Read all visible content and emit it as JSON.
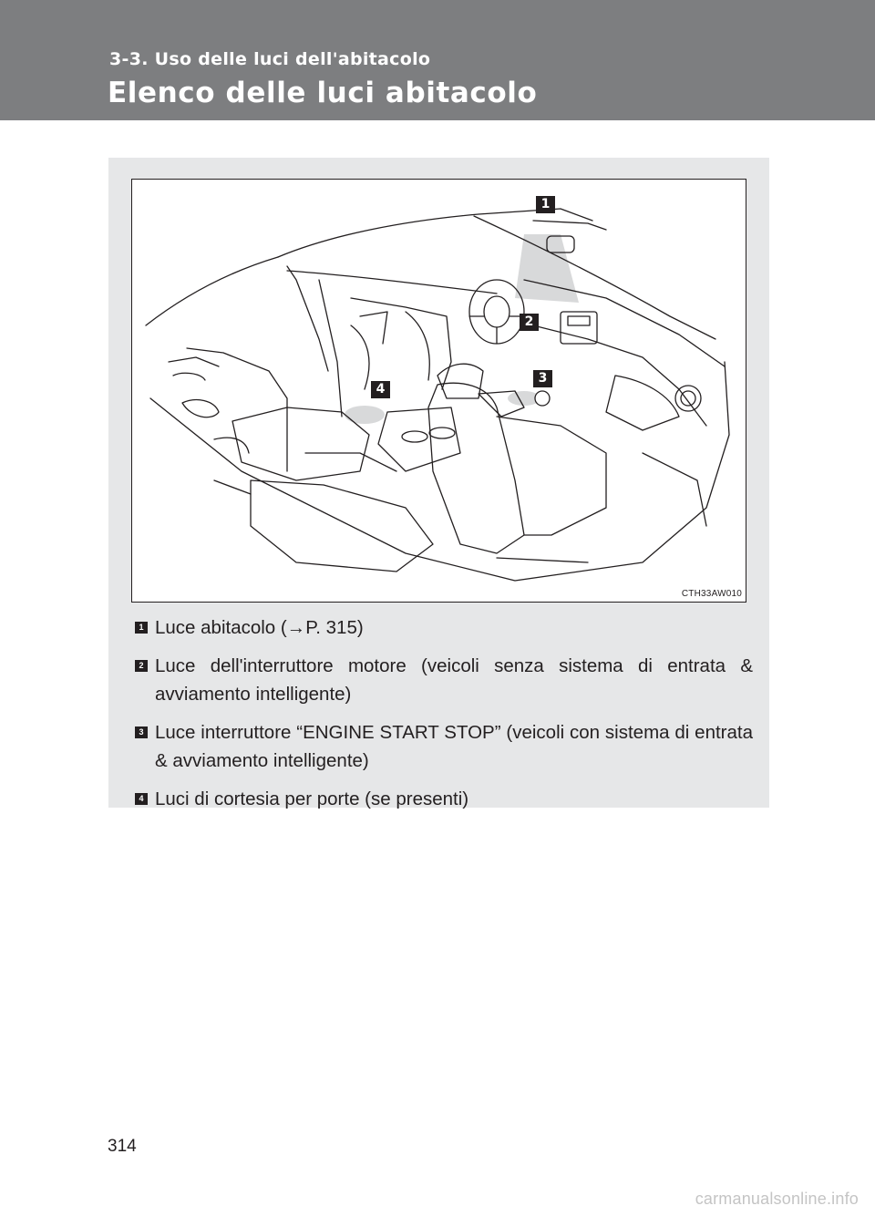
{
  "header": {
    "section": "3-3. Uso delle luci dell'abitacolo",
    "title": "Elenco delle luci abitacolo"
  },
  "figure": {
    "code": "CTH33AW010",
    "callouts": [
      "1",
      "2",
      "3",
      "4"
    ]
  },
  "legend": [
    {
      "marker": "1",
      "text": "Luce abitacolo (→P. 315)"
    },
    {
      "marker": "2",
      "text": "Luce dell'interruttore motore (veicoli senza sistema di entrata & avviamento intelligente)"
    },
    {
      "marker": "3",
      "text": "Luce interruttore “ENGINE START STOP” (veicoli con sistema di entrata & avviamento intelligente)"
    },
    {
      "marker": "4",
      "text": "Luci di cortesia per porte (se presenti)"
    }
  ],
  "page_number": "314",
  "watermark": "carmanualsonline.info"
}
